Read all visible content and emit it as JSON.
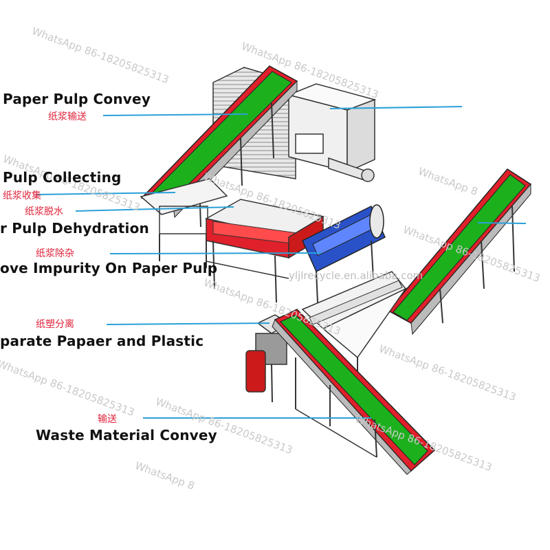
{
  "labels": {
    "pulp_convey_en": "Paper Pulp Convey",
    "pulp_convey_cn": "纸浆输送",
    "pulp_collecting_en": "Pulp Collecting",
    "pulp_collecting_cn": "纸浆收集",
    "pulp_dehydration_cn": "纸浆脱水",
    "pulp_dehydration_en": "r Pulp Dehydration",
    "impurity_cn": "纸浆除杂",
    "impurity_en": "ove Impurity On Paper Pulp",
    "separate_cn": "纸塑分离",
    "separate_en": "parate Papaer and Plastic",
    "waste_convey_cn": "输送",
    "waste_convey_en": "Waste Material Convey"
  },
  "watermarks": {
    "whatsapp": "WhatsApp 86-18205825313",
    "whatsapp_short": "WhatsApp 8",
    "website": "yljlrecycle.en.alibaba.com"
  },
  "colors": {
    "belt_green": "#1db01d",
    "belt_red": "#e0202a",
    "callout_line": "#2aa0d8",
    "label_red": "#e0233a"
  }
}
